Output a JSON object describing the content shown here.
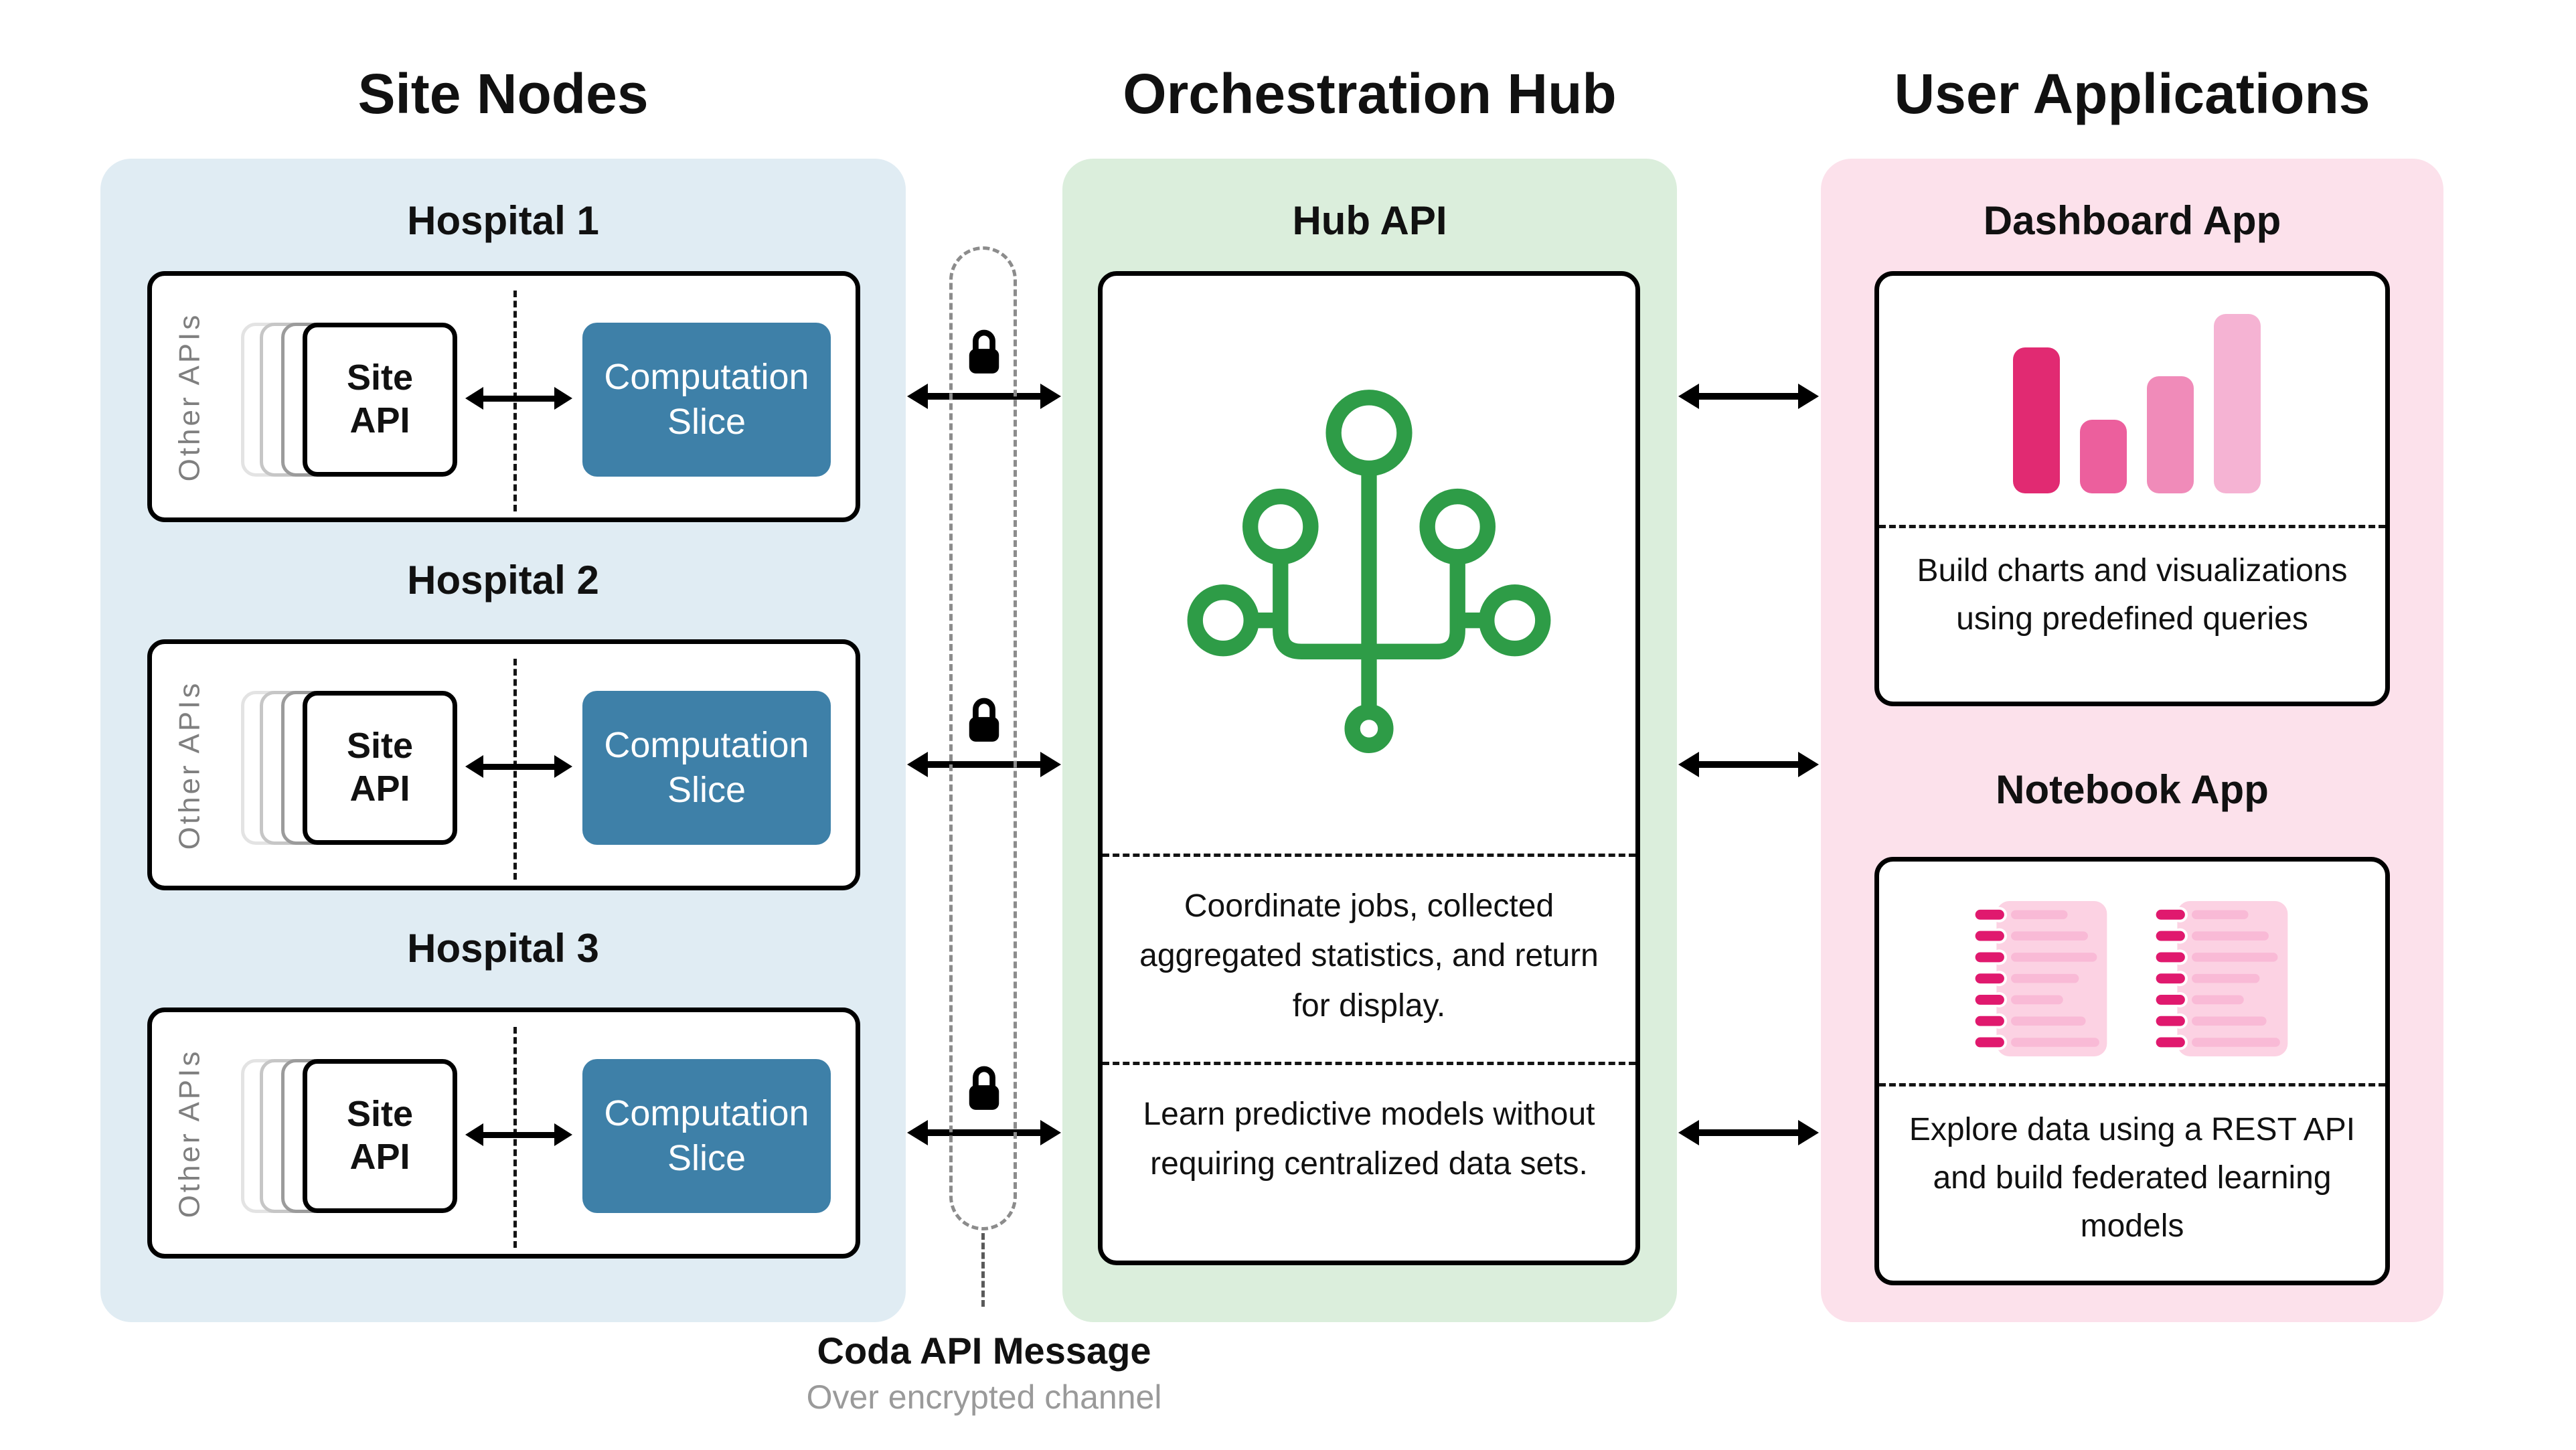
{
  "titles": {
    "site_nodes": "Site Nodes",
    "hub": "Orchestration Hub",
    "apps": "User Applications"
  },
  "hospitals": [
    {
      "name": "Hospital 1",
      "other_apis": "Other APIs",
      "site_api": "Site API",
      "computation_slice": "Computation Slice"
    },
    {
      "name": "Hospital 2",
      "other_apis": "Other APIs",
      "site_api": "Site API",
      "computation_slice": "Computation Slice"
    },
    {
      "name": "Hospital 3",
      "other_apis": "Other APIs",
      "site_api": "Site API",
      "computation_slice": "Computation Slice"
    }
  ],
  "hub": {
    "title": "Hub API",
    "text1": "Coordinate jobs, collected aggregated statistics, and return for display.",
    "text2": "Learn predictive models without requiring centralized data sets."
  },
  "apps": {
    "dashboard_title": "Dashboard App",
    "dashboard_text": "Build charts and visualizations using predefined queries",
    "notebook_title": "Notebook App",
    "notebook_text": "Explore data using a REST API and build federated learning models"
  },
  "channel": {
    "label": "Coda API Message",
    "sublabel": "Over encrypted channel"
  },
  "colors": {
    "site_panel": "#E0ECF3",
    "hub_panel": "#DBEEDC",
    "apps_panel": "#FCE1EB",
    "computation_slice": "#3E80A8",
    "hub_icon_green": "#2E9C47",
    "bar_palette": [
      "#E12A72",
      "#EC5F9D",
      "#F08BB9",
      "#F5B3D3"
    ],
    "notebook_page": "#FCD2E3",
    "notebook_binding": "#E0196E",
    "notebook_lines": "#F9BAD6"
  }
}
